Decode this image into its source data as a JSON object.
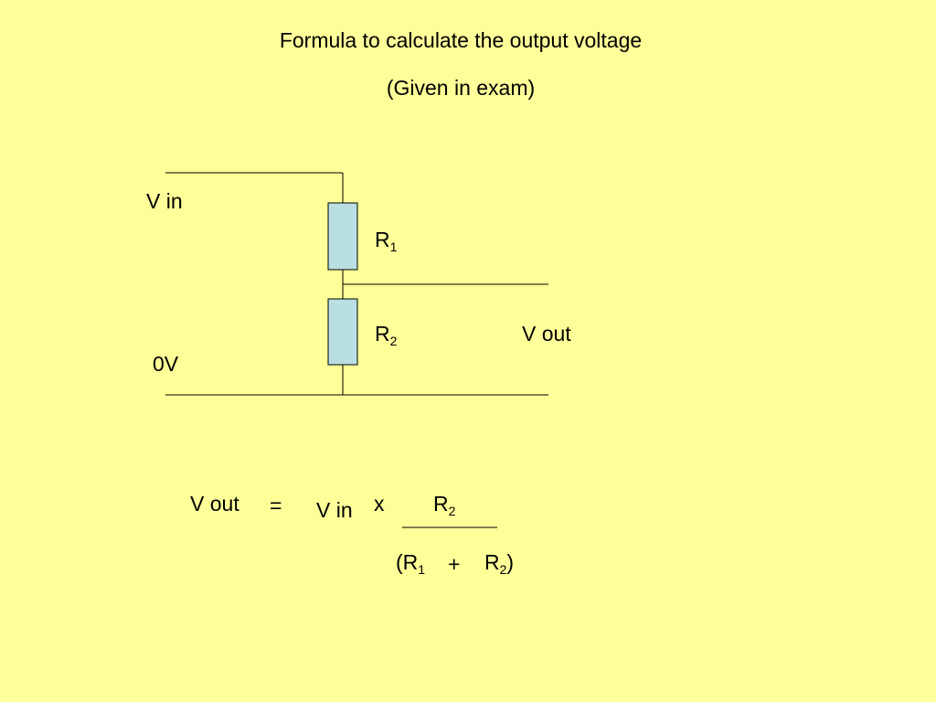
{
  "slide": {
    "title_line1": "Formula to calculate the output voltage",
    "title_line2": "(Given in exam)",
    "background": "#ffff99"
  },
  "circuit": {
    "vin_label": "V in",
    "ground_label": "0V",
    "vout_label": "V out",
    "resistor1": {
      "letter": "R",
      "index": "1"
    },
    "resistor2": {
      "letter": "R",
      "index": "2"
    },
    "resistor_fill": "#b9dfe3",
    "wire_color": "#000000"
  },
  "formula": {
    "lhs": "V out",
    "equals": "=",
    "vin": "V in",
    "times": "x",
    "numerator": {
      "letter": "R",
      "index": "2"
    },
    "denominator": {
      "open": "(",
      "r1_letter": "R",
      "r1_index": "1",
      "plus": "+",
      "r2_letter": "R",
      "r2_index": "2",
      "close": ")"
    }
  }
}
